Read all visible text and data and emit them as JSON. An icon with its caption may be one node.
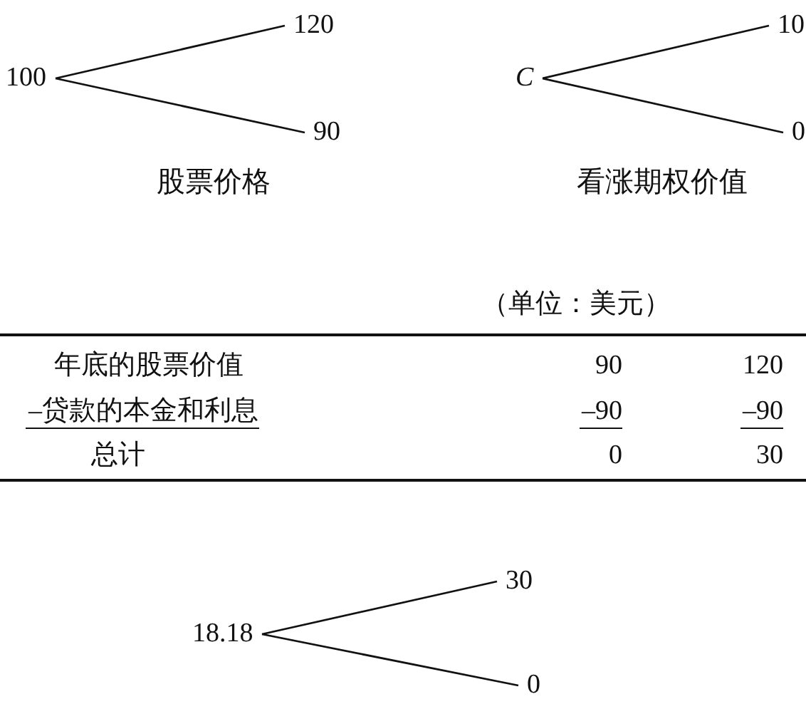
{
  "diagram": {
    "nodes": [
      {
        "text": [
          "100"
        ]
      },
      {
        "text": [
          "120"
        ]
      },
      {
        "text": [
          "90"
        ]
      },
      {
        "text": [
          "C"
        ]
      },
      {
        "text": [
          "10"
        ]
      },
      {
        "text": [
          "0"
        ]
      },
      {
        "text": [
          "18.18"
        ]
      },
      {
        "text": [
          "30"
        ]
      },
      {
        "text": [
          "0"
        ]
      }
    ],
    "edges": [
      {
        "from": 0,
        "to": 1,
        "arrow": "none"
      },
      {
        "from": 0,
        "to": 2,
        "arrow": "none"
      },
      {
        "from": 3,
        "to": 4,
        "arrow": "none"
      },
      {
        "from": 3,
        "to": 5,
        "arrow": "none"
      },
      {
        "from": 6,
        "to": 7,
        "arrow": "none"
      },
      {
        "from": 6,
        "to": 8,
        "arrow": "none"
      }
    ],
    "labels": [
      "股票价格",
      "看涨期权价值",
      "（单位：美元）",
      "年底的股票价值",
      "90",
      "120",
      "–贷款的本金和利息",
      "–90",
      "–90",
      "总计",
      "0",
      "30"
    ]
  }
}
